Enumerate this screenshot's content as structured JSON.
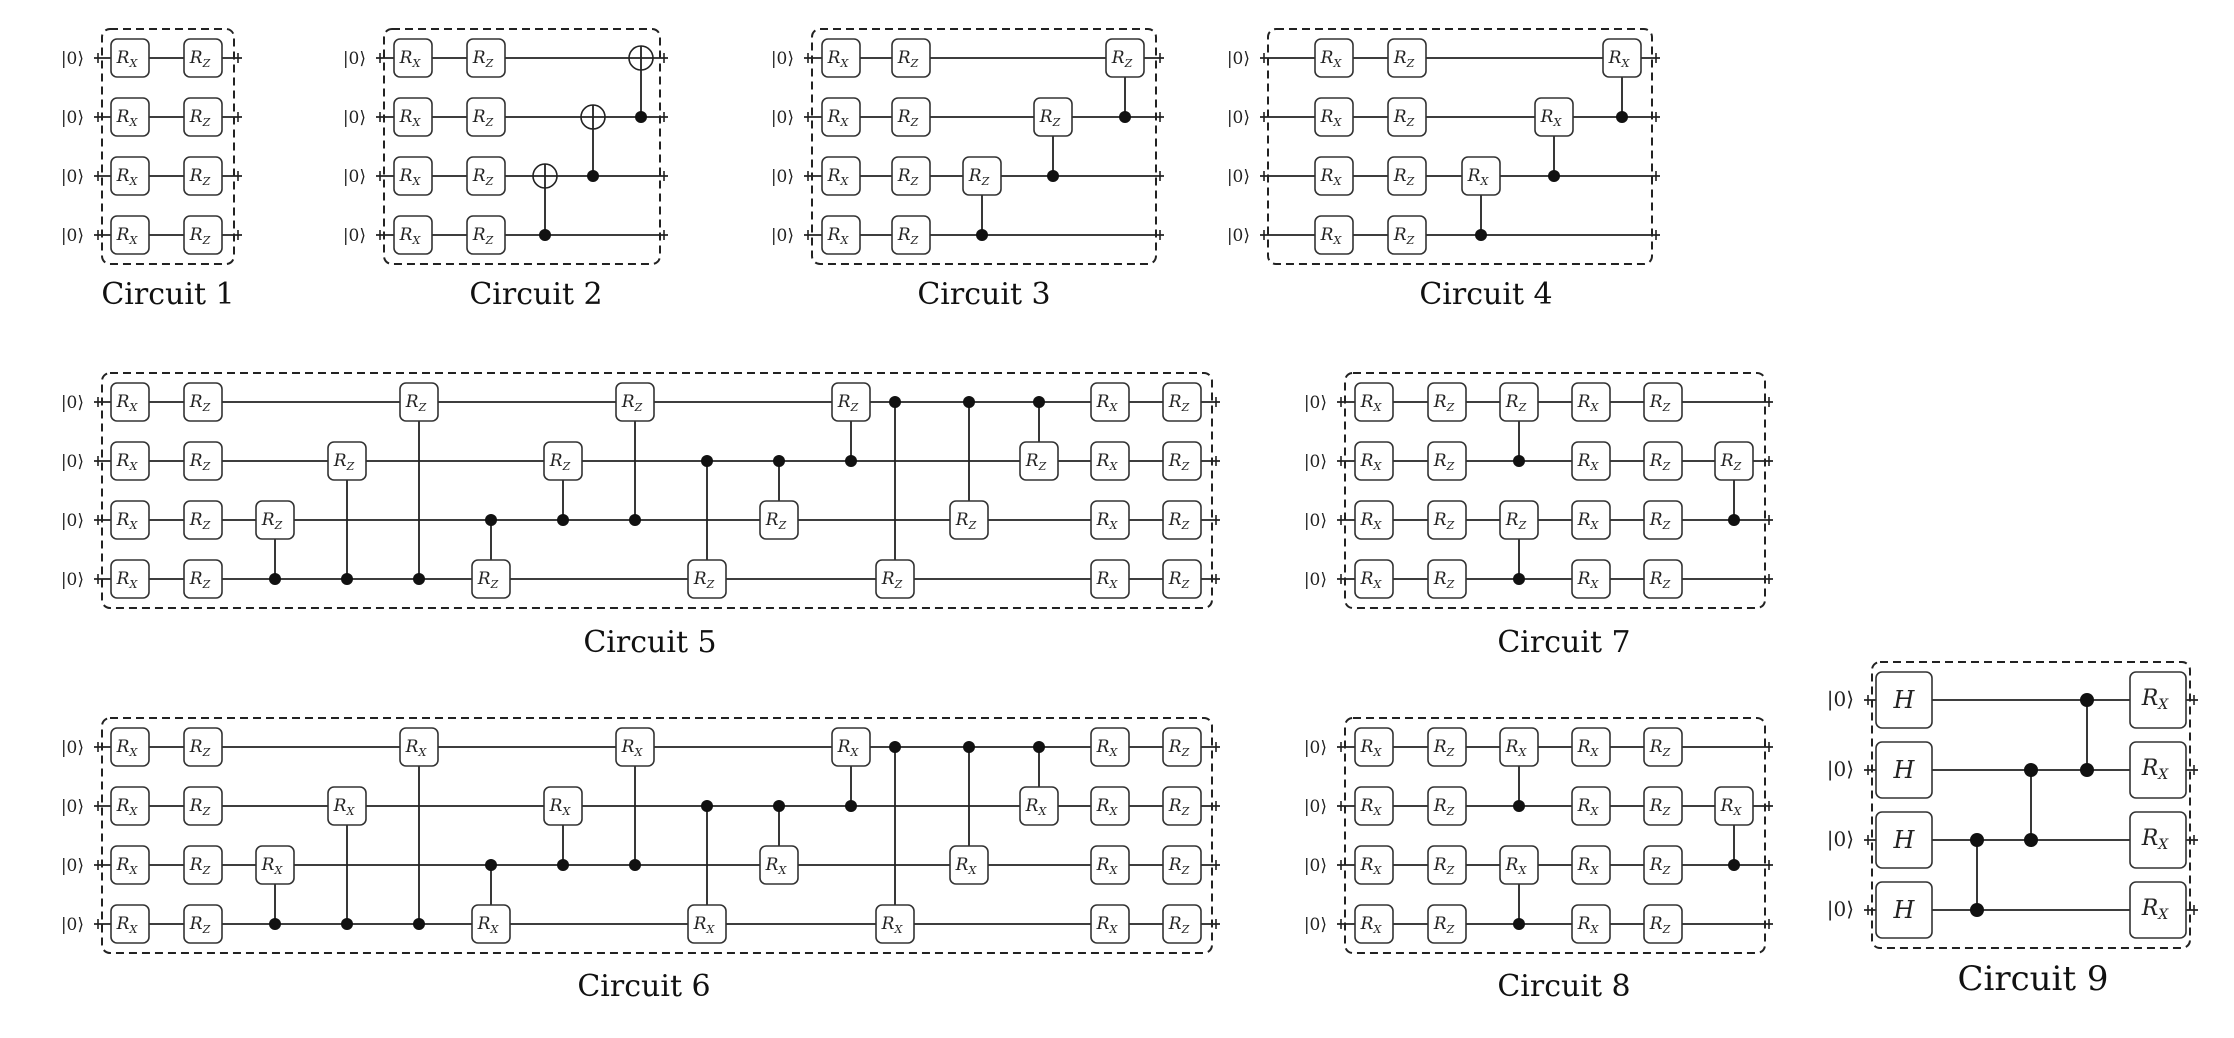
{
  "figure": {
    "ket_label": "|0⟩",
    "circuits": [
      {
        "caption": "Circuit 1",
        "qubits": 4,
        "steps": [
          {
            "type": "layer",
            "gates": [
              "X",
              "X",
              "X",
              "X"
            ]
          },
          {
            "type": "layer",
            "gates": [
              "Z",
              "Z",
              "Z",
              "Z"
            ]
          }
        ]
      },
      {
        "caption": "Circuit 2",
        "qubits": 4,
        "steps": [
          {
            "type": "layer",
            "gates": [
              "X",
              "X",
              "X",
              "X"
            ]
          },
          {
            "type": "layer",
            "gates": [
              "Z",
              "Z",
              "Z",
              "Z"
            ]
          },
          {
            "type": "gap"
          },
          {
            "type": "cnot",
            "ctrl": 3,
            "tgt": 2
          },
          {
            "type": "cnot",
            "ctrl": 2,
            "tgt": 1
          },
          {
            "type": "cnot",
            "ctrl": 1,
            "tgt": 0
          }
        ]
      },
      {
        "caption": "Circuit 3",
        "qubits": 4,
        "steps": [
          {
            "type": "layer",
            "gates": [
              "X",
              "X",
              "X",
              "X"
            ]
          },
          {
            "type": "layer",
            "gates": [
              "Z",
              "Z",
              "Z",
              "Z"
            ]
          },
          {
            "type": "crot",
            "ctrl": 3,
            "tgt": 2,
            "g": "Z"
          },
          {
            "type": "crot",
            "ctrl": 2,
            "tgt": 1,
            "g": "Z"
          },
          {
            "type": "crot",
            "ctrl": 1,
            "tgt": 0,
            "g": "Z"
          }
        ]
      },
      {
        "caption": "Circuit 4",
        "qubits": 4,
        "steps": [
          {
            "type": "layer",
            "gates": [
              "X",
              "X",
              "X",
              "X"
            ]
          },
          {
            "type": "layer",
            "gates": [
              "Z",
              "Z",
              "Z",
              "Z"
            ]
          },
          {
            "type": "crot",
            "ctrl": 3,
            "tgt": 2,
            "g": "X"
          },
          {
            "type": "crot",
            "ctrl": 2,
            "tgt": 1,
            "g": "X"
          },
          {
            "type": "crot",
            "ctrl": 1,
            "tgt": 0,
            "g": "X"
          }
        ]
      },
      {
        "caption": "Circuit 5",
        "qubits": 4,
        "steps": [
          {
            "type": "layer",
            "gates": [
              "X",
              "X",
              "X",
              "X"
            ]
          },
          {
            "type": "layer",
            "gates": [
              "Z",
              "Z",
              "Z",
              "Z"
            ]
          },
          {
            "type": "crot",
            "ctrl": 3,
            "tgt": 2,
            "g": "Z"
          },
          {
            "type": "crot",
            "ctrl": 3,
            "tgt": 1,
            "g": "Z"
          },
          {
            "type": "crot",
            "ctrl": 3,
            "tgt": 0,
            "g": "Z"
          },
          {
            "type": "crot",
            "ctrl": 2,
            "tgt": 3,
            "g": "Z"
          },
          {
            "type": "crot",
            "ctrl": 2,
            "tgt": 1,
            "g": "Z"
          },
          {
            "type": "crot",
            "ctrl": 2,
            "tgt": 0,
            "g": "Z"
          },
          {
            "type": "crot",
            "ctrl": 1,
            "tgt": 3,
            "g": "Z"
          },
          {
            "type": "crot",
            "ctrl": 1,
            "tgt": 2,
            "g": "Z"
          },
          {
            "type": "crot",
            "ctrl": 1,
            "tgt": 0,
            "g": "Z"
          },
          {
            "type": "crot",
            "ctrl": 0,
            "tgt": 3,
            "g": "Z"
          },
          {
            "type": "crot",
            "ctrl": 0,
            "tgt": 2,
            "g": "Z"
          },
          {
            "type": "crot",
            "ctrl": 0,
            "tgt": 1,
            "g": "Z"
          },
          {
            "type": "layer",
            "gates": [
              "X",
              "X",
              "X",
              "X"
            ]
          },
          {
            "type": "layer",
            "gates": [
              "Z",
              "Z",
              "Z",
              "Z"
            ]
          }
        ]
      },
      {
        "caption": "Circuit 6",
        "qubits": 4,
        "steps": [
          {
            "type": "layer",
            "gates": [
              "X",
              "X",
              "X",
              "X"
            ]
          },
          {
            "type": "layer",
            "gates": [
              "Z",
              "Z",
              "Z",
              "Z"
            ]
          },
          {
            "type": "crot",
            "ctrl": 3,
            "tgt": 2,
            "g": "X"
          },
          {
            "type": "crot",
            "ctrl": 3,
            "tgt": 1,
            "g": "X"
          },
          {
            "type": "crot",
            "ctrl": 3,
            "tgt": 0,
            "g": "X"
          },
          {
            "type": "crot",
            "ctrl": 2,
            "tgt": 3,
            "g": "X"
          },
          {
            "type": "crot",
            "ctrl": 2,
            "tgt": 1,
            "g": "X"
          },
          {
            "type": "crot",
            "ctrl": 2,
            "tgt": 0,
            "g": "X"
          },
          {
            "type": "crot",
            "ctrl": 1,
            "tgt": 3,
            "g": "X"
          },
          {
            "type": "crot",
            "ctrl": 1,
            "tgt": 2,
            "g": "X"
          },
          {
            "type": "crot",
            "ctrl": 1,
            "tgt": 0,
            "g": "X"
          },
          {
            "type": "crot",
            "ctrl": 0,
            "tgt": 3,
            "g": "X"
          },
          {
            "type": "crot",
            "ctrl": 0,
            "tgt": 2,
            "g": "X"
          },
          {
            "type": "crot",
            "ctrl": 0,
            "tgt": 1,
            "g": "X"
          },
          {
            "type": "layer",
            "gates": [
              "X",
              "X",
              "X",
              "X"
            ]
          },
          {
            "type": "layer",
            "gates": [
              "Z",
              "Z",
              "Z",
              "Z"
            ]
          }
        ]
      },
      {
        "caption": "Circuit 7",
        "qubits": 4,
        "steps": [
          {
            "type": "layer",
            "gates": [
              "X",
              "X",
              "X",
              "X"
            ]
          },
          {
            "type": "layer",
            "gates": [
              "Z",
              "Z",
              "Z",
              "Z"
            ]
          },
          {
            "type": "multi",
            "items": [
              {
                "ctrl": 1,
                "tgt": 0,
                "g": "Z"
              },
              {
                "ctrl": 3,
                "tgt": 2,
                "g": "Z"
              }
            ]
          },
          {
            "type": "layer",
            "gates": [
              "X",
              "X",
              "X",
              "X"
            ]
          },
          {
            "type": "layer",
            "gates": [
              "Z",
              "Z",
              "Z",
              "Z"
            ]
          },
          {
            "type": "crot",
            "ctrl": 2,
            "tgt": 1,
            "g": "Z"
          }
        ]
      },
      {
        "caption": "Circuit 8",
        "qubits": 4,
        "steps": [
          {
            "type": "layer",
            "gates": [
              "X",
              "X",
              "X",
              "X"
            ]
          },
          {
            "type": "layer",
            "gates": [
              "Z",
              "Z",
              "Z",
              "Z"
            ]
          },
          {
            "type": "multi",
            "items": [
              {
                "ctrl": 1,
                "tgt": 0,
                "g": "X"
              },
              {
                "ctrl": 3,
                "tgt": 2,
                "g": "X"
              }
            ]
          },
          {
            "type": "layer",
            "gates": [
              "X",
              "X",
              "X",
              "X"
            ]
          },
          {
            "type": "layer",
            "gates": [
              "Z",
              "Z",
              "Z",
              "Z"
            ]
          },
          {
            "type": "crot",
            "ctrl": 2,
            "tgt": 1,
            "g": "X"
          }
        ]
      },
      {
        "caption": "Circuit 9",
        "qubits": 4,
        "steps": [
          {
            "type": "layer",
            "gates": [
              "H",
              "H",
              "H",
              "H"
            ]
          },
          {
            "type": "cz",
            "a": 2,
            "b": 3
          },
          {
            "type": "cz",
            "a": 1,
            "b": 2
          },
          {
            "type": "cz",
            "a": 0,
            "b": 1
          },
          {
            "type": "layer",
            "gates": [
              "X",
              "X",
              "X",
              "X"
            ]
          }
        ]
      }
    ]
  }
}
